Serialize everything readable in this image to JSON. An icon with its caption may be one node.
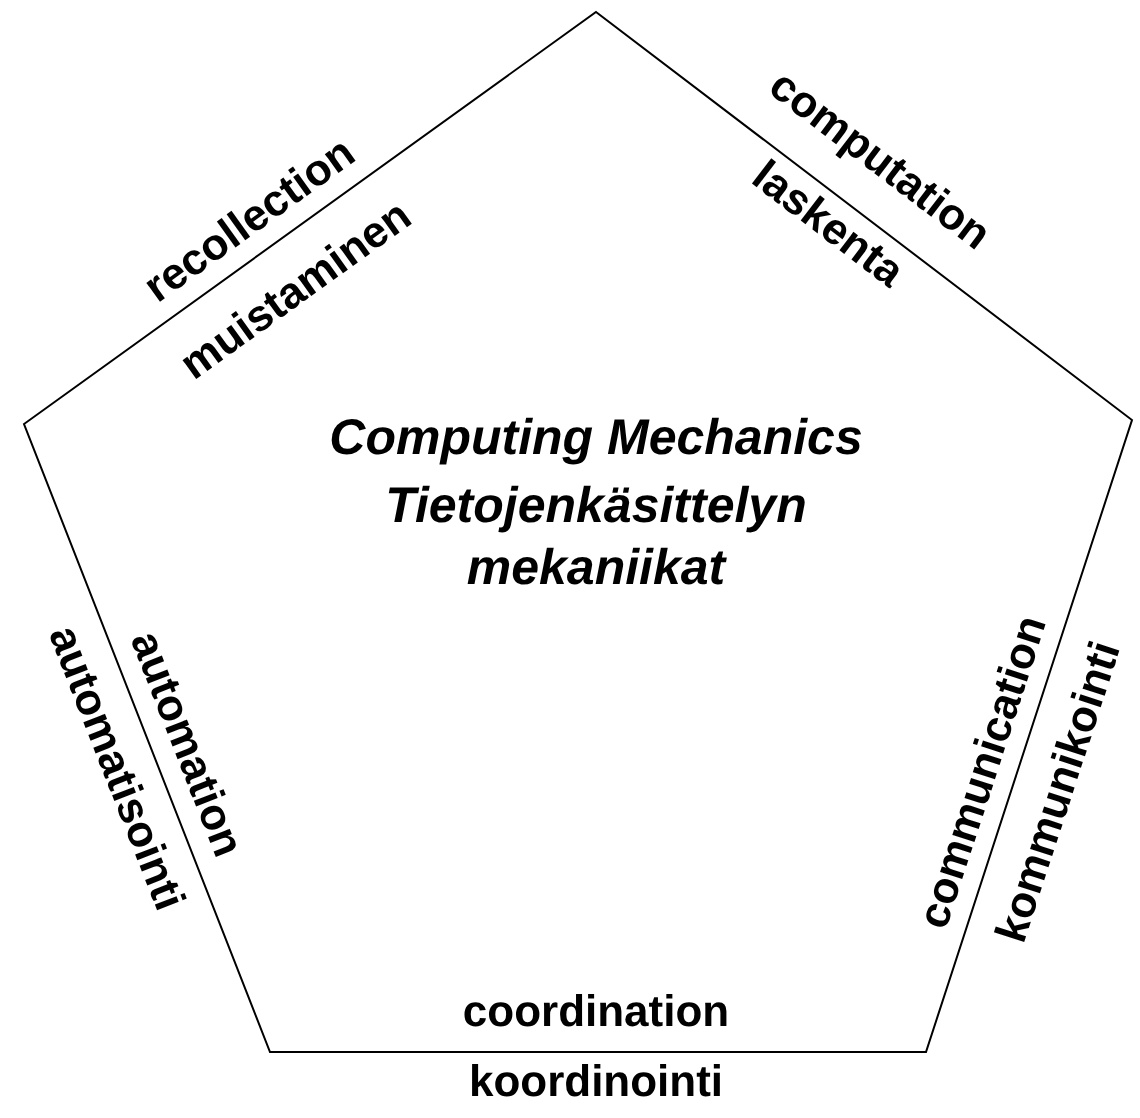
{
  "diagram": {
    "nodes": [
      {
        "text": [
          "Computing Mechanics",
          "Tietojenkäsittelyn mekaniikat"
        ]
      }
    ],
    "labels": [
      "recollection",
      "muistaminen",
      "computation",
      "laskenta",
      "automation",
      "automatisointi",
      "communication",
      "kommunikointi",
      "coordination",
      "koordinointi"
    ]
  }
}
